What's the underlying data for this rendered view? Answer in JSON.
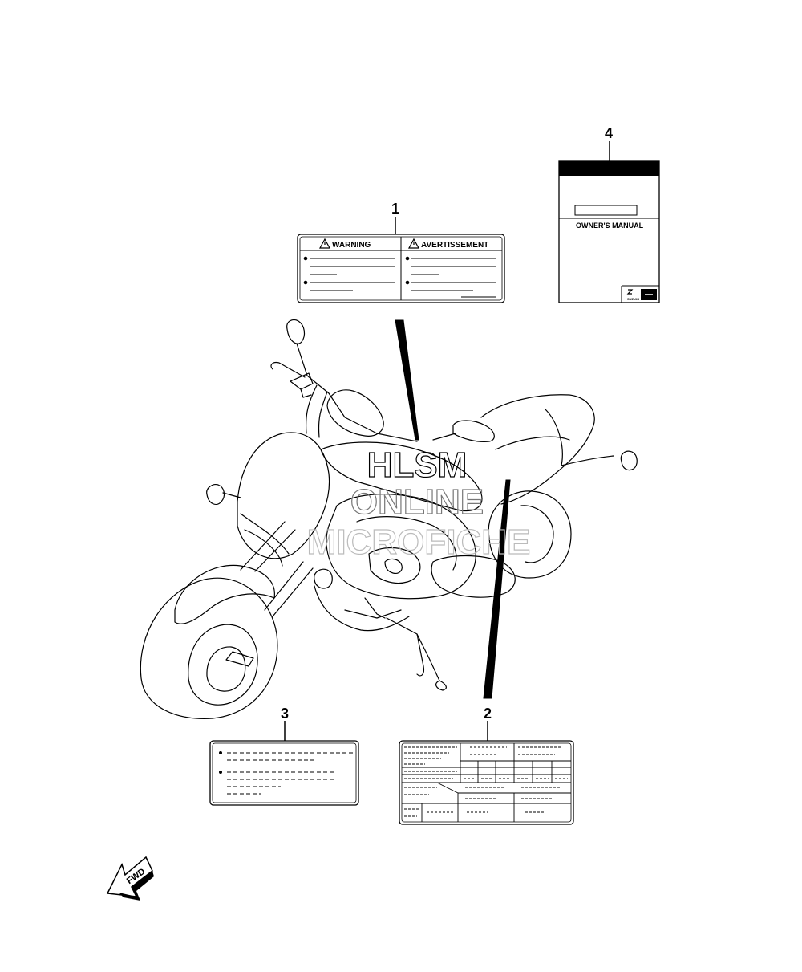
{
  "callouts": {
    "c1": "1",
    "c2": "2",
    "c3": "3",
    "c4": "4"
  },
  "label1": {
    "warning_en": "WARNING",
    "warning_fr": "AVERTISSEMENT"
  },
  "manual": {
    "title": "OWNER'S MANUAL",
    "brand": "SUZUKI"
  },
  "watermark": {
    "line1": "HLSM",
    "line2": "ONLINE",
    "line3": "MICROFICHE"
  },
  "fwd_arrow": {
    "label": "FWD"
  },
  "icons": [
    "warning-triangle-icon",
    "suzuki-logo-icon",
    "fwd-arrow-icon"
  ]
}
